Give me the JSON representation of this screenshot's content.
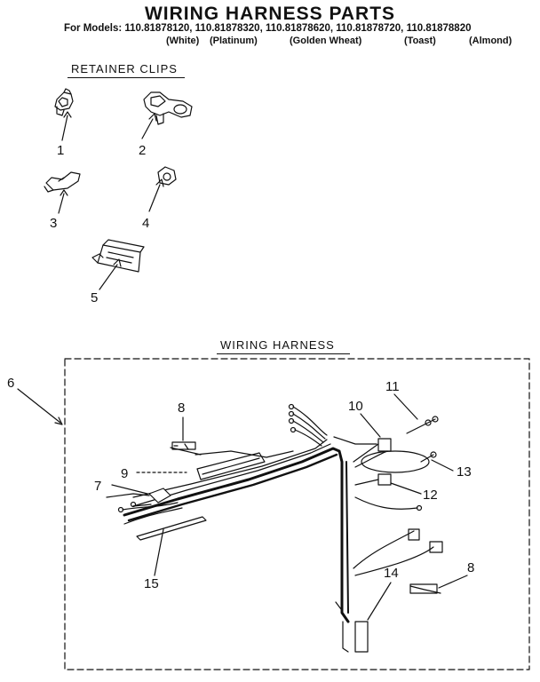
{
  "title": "WIRING HARNESS PARTS",
  "models_line": "For Models: 110.81878120, 110.81878320, 110.81878620, 110.81878720, 110.81878820",
  "colors": [
    "(White)",
    "(Platinum)",
    "(Golden Wheat)",
    "(Toast)",
    "(Almond)"
  ],
  "sections": {
    "retainer_clips": "RETAINER CLIPS",
    "wiring_harness": "WIRING HARNESS"
  },
  "parts": [
    "1",
    "2",
    "3",
    "4",
    "5",
    "6",
    "7",
    "8",
    "9",
    "10",
    "11",
    "12",
    "13",
    "14",
    "15",
    "8"
  ]
}
